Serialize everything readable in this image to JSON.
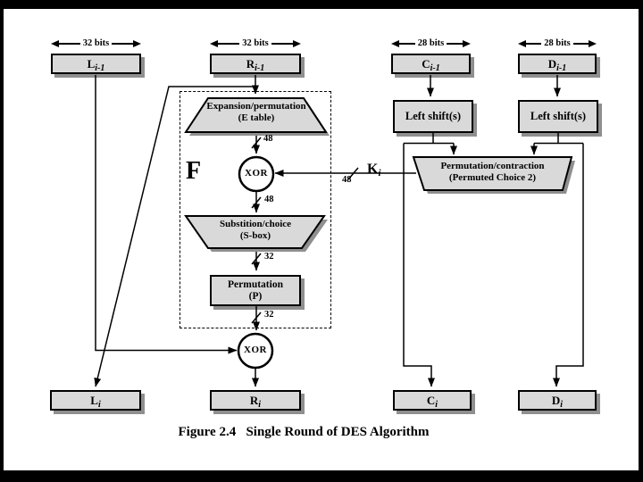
{
  "slide": {
    "caption": "Figure 2.4   Single Round of DES Algorithm",
    "colors": {
      "background": "#ffffff",
      "frame": "#000000",
      "box_fill": "#d9d9d9",
      "box_border": "#000000",
      "shadow": "#8f8f8f",
      "line": "#000000",
      "bottom_accent": "#2e7d32"
    }
  },
  "diagram": {
    "bit_arrows": [
      {
        "label": "32 bits"
      },
      {
        "label": "32 bits"
      },
      {
        "label": "28 bits"
      },
      {
        "label": "28 bits"
      }
    ],
    "top_registers": [
      {
        "base": "L",
        "sub": "i-1"
      },
      {
        "base": "R",
        "sub": "i-1"
      },
      {
        "base": "C",
        "sub": "i-1"
      },
      {
        "base": "D",
        "sub": "i-1"
      }
    ],
    "bottom_registers": [
      {
        "base": "L",
        "sub": "i"
      },
      {
        "base": "R",
        "sub": "i"
      },
      {
        "base": "C",
        "sub": "i"
      },
      {
        "base": "D",
        "sub": "i"
      }
    ],
    "function_label": "F",
    "key_label": {
      "base": "K",
      "sub": "i"
    },
    "xor_label": "XOR",
    "left_shift_label": "Left shift(s)",
    "blocks": {
      "expansion": {
        "line1": "Expansion/permutation",
        "line2": "(E table)"
      },
      "sbox": {
        "line1": "Substition/choice",
        "line2": "(S-box)"
      },
      "permutation": {
        "line1": "Permutation",
        "line2": "(P)"
      },
      "pc2": {
        "line1": "Permutation/contraction",
        "line2": "(Permuted Choice 2)"
      }
    },
    "bus_widths": {
      "e_out": "48",
      "key": "48",
      "xor_out": "48",
      "sbox_out": "32",
      "p_out": "32"
    }
  }
}
